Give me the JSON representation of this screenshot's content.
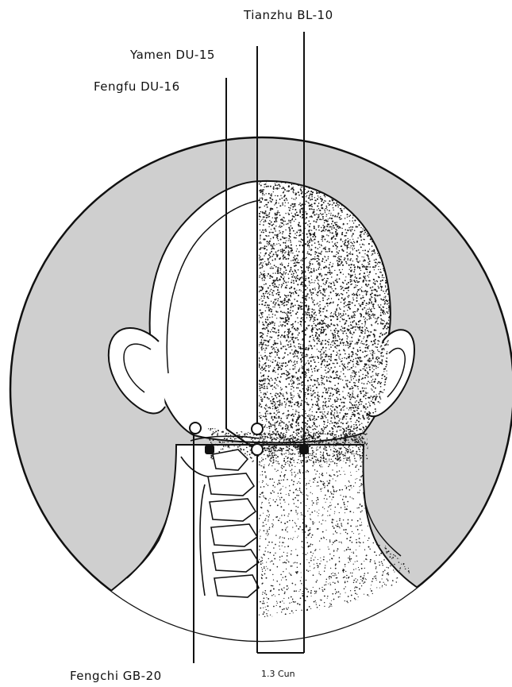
{
  "labels": {
    "tianzhu": "Tianzhu BL-10",
    "yamen": "Yamen DU-15",
    "fengfu": "Fengfu DU-16",
    "fengchi": "Fengchi GB-20",
    "measure": "1.3 Cun"
  },
  "colors": {
    "backdrop": "#cfcfcf",
    "outline": "#111111",
    "stipple": "#1a1a1a",
    "open_point": "#ffffff",
    "filled_point": "#111111"
  }
}
